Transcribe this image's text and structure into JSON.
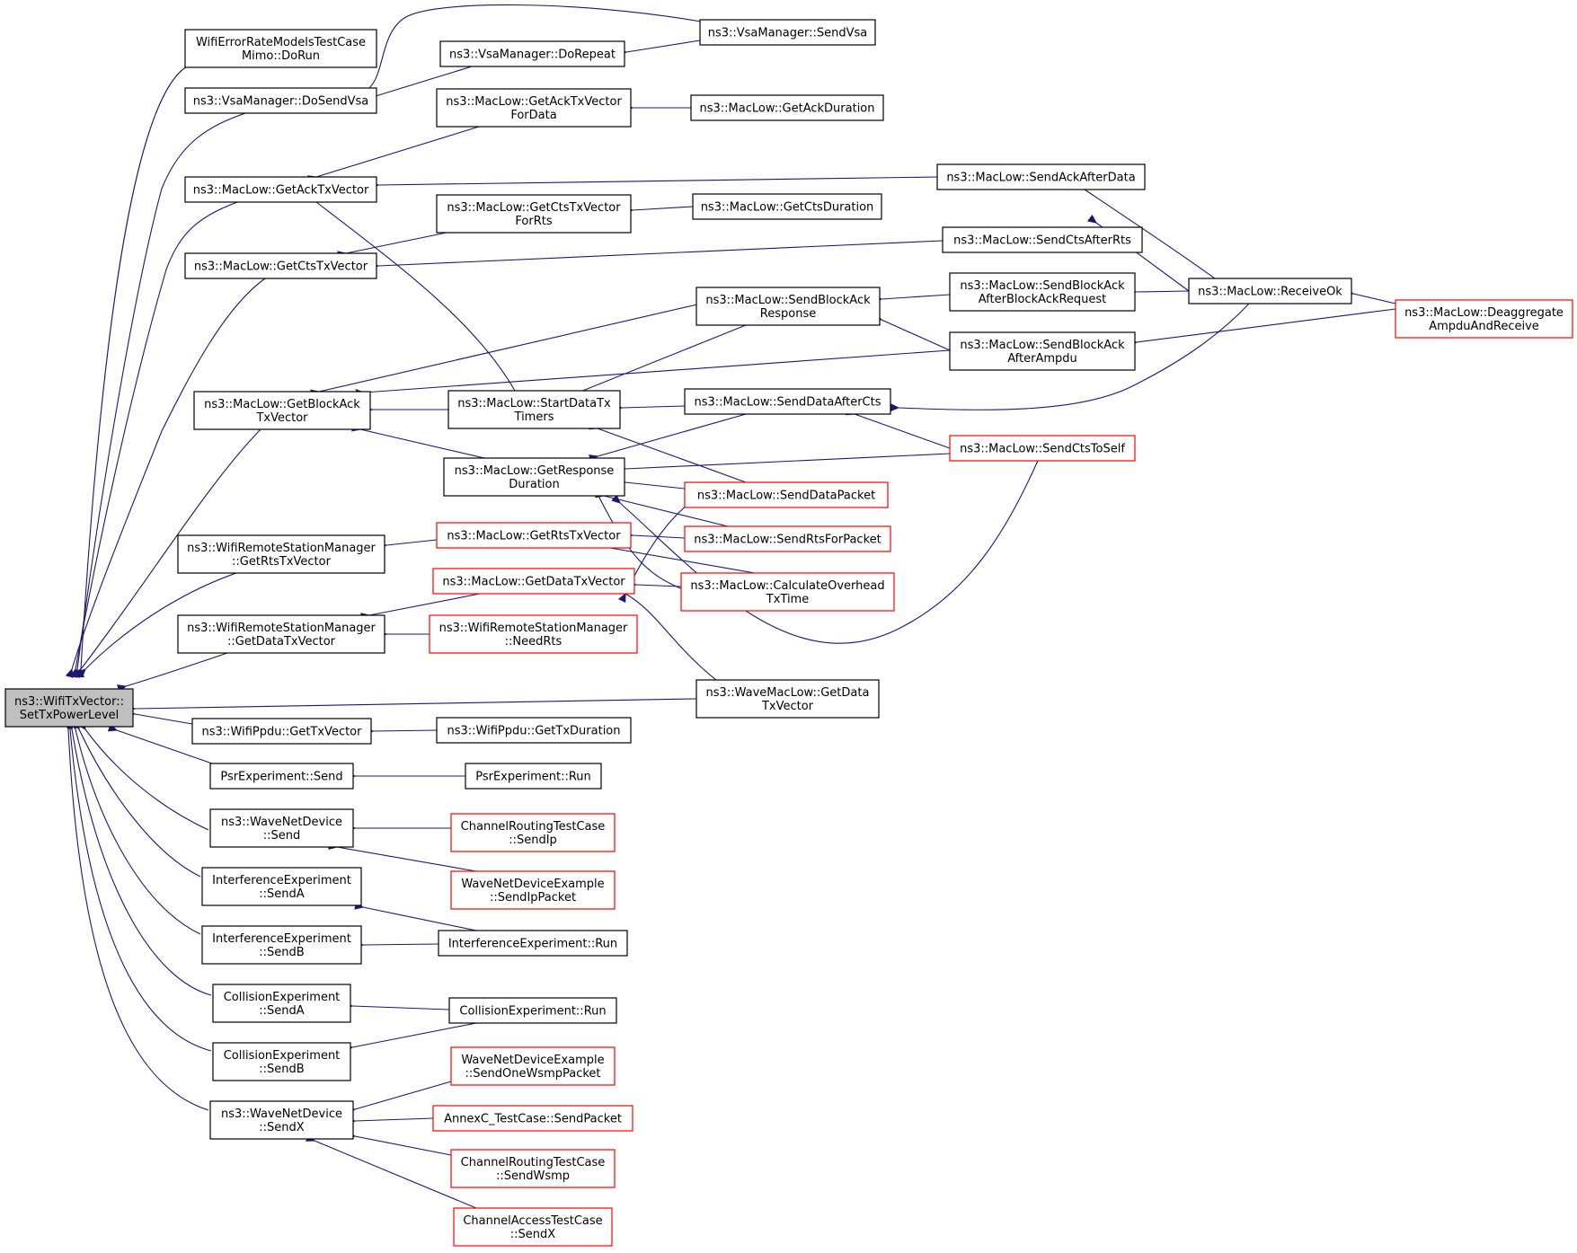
{
  "colors": {
    "edge": "#191970",
    "normal_border": "#000000",
    "truncated_border": "#ff0000",
    "root_fill": "#bfbfbf",
    "node_fill": "#ffffff",
    "text": "#000000"
  },
  "nodes": [
    {
      "id": "root",
      "lines": [
        "ns3::WifiTxVector::",
        "SetTxPowerLevel"
      ],
      "style": "root"
    },
    {
      "id": "wermt",
      "lines": [
        "WifiErrorRateModelsTestCase",
        "Mimo::DoRun"
      ],
      "style": "normal"
    },
    {
      "id": "vsa_dosend",
      "lines": [
        "ns3::VsaManager::DoSendVsa"
      ],
      "style": "normal"
    },
    {
      "id": "vsa_dorepeat",
      "lines": [
        "ns3::VsaManager::DoRepeat"
      ],
      "style": "normal"
    },
    {
      "id": "vsa_send",
      "lines": [
        "ns3::VsaManager::SendVsa"
      ],
      "style": "normal"
    },
    {
      "id": "getack",
      "lines": [
        "ns3::MacLow::GetAckTxVector"
      ],
      "style": "normal"
    },
    {
      "id": "getackdata",
      "lines": [
        "ns3::MacLow::GetAckTxVector",
        "ForData"
      ],
      "style": "normal"
    },
    {
      "id": "getackdur",
      "lines": [
        "ns3::MacLow::GetAckDuration"
      ],
      "style": "normal"
    },
    {
      "id": "sendackafterdata",
      "lines": [
        "ns3::MacLow::SendAckAfterData"
      ],
      "style": "normal"
    },
    {
      "id": "getcts",
      "lines": [
        "ns3::MacLow::GetCtsTxVector"
      ],
      "style": "normal"
    },
    {
      "id": "getctsrts",
      "lines": [
        "ns3::MacLow::GetCtsTxVector",
        "ForRts"
      ],
      "style": "normal"
    },
    {
      "id": "getctsdur",
      "lines": [
        "ns3::MacLow::GetCtsDuration"
      ],
      "style": "normal"
    },
    {
      "id": "sendctsafterrts",
      "lines": [
        "ns3::MacLow::SendCtsAfterRts"
      ],
      "style": "normal"
    },
    {
      "id": "getblockack",
      "lines": [
        "ns3::MacLow::GetBlockAck",
        "TxVector"
      ],
      "style": "normal"
    },
    {
      "id": "sendblockackresp",
      "lines": [
        "ns3::MacLow::SendBlockAck",
        "Response"
      ],
      "style": "normal"
    },
    {
      "id": "sendblockackbar",
      "lines": [
        "ns3::MacLow::SendBlockAck",
        "AfterBlockAckRequest"
      ],
      "style": "normal"
    },
    {
      "id": "receiveok",
      "lines": [
        "ns3::MacLow::ReceiveOk"
      ],
      "style": "normal"
    },
    {
      "id": "deaggregate",
      "lines": [
        "ns3::MacLow::Deaggregate",
        "AmpduAndReceive"
      ],
      "style": "truncated"
    },
    {
      "id": "sendblockackampdu",
      "lines": [
        "ns3::MacLow::SendBlockAck",
        "AfterAmpdu"
      ],
      "style": "normal"
    },
    {
      "id": "startdatatx",
      "lines": [
        "ns3::MacLow::StartDataTx",
        "Timers"
      ],
      "style": "normal"
    },
    {
      "id": "senddataaftercts",
      "lines": [
        "ns3::MacLow::SendDataAfterCts"
      ],
      "style": "normal"
    },
    {
      "id": "getresponse",
      "lines": [
        "ns3::MacLow::GetResponse",
        "Duration"
      ],
      "style": "normal"
    },
    {
      "id": "sendctstoself",
      "lines": [
        "ns3::MacLow::SendCtsToSelf"
      ],
      "style": "truncated"
    },
    {
      "id": "senddatapacket",
      "lines": [
        "ns3::MacLow::SendDataPacket"
      ],
      "style": "truncated"
    },
    {
      "id": "wrsm_getrts",
      "lines": [
        "ns3::WifiRemoteStationManager",
        "::GetRtsTxVector"
      ],
      "style": "normal"
    },
    {
      "id": "ml_getrts",
      "lines": [
        "ns3::MacLow::GetRtsTxVector"
      ],
      "style": "truncated"
    },
    {
      "id": "sendrtsforpacket",
      "lines": [
        "ns3::MacLow::SendRtsForPacket"
      ],
      "style": "truncated"
    },
    {
      "id": "ml_getdata",
      "lines": [
        "ns3::MacLow::GetDataTxVector"
      ],
      "style": "truncated"
    },
    {
      "id": "calcoverhead",
      "lines": [
        "ns3::MacLow::CalculateOverhead",
        "TxTime"
      ],
      "style": "truncated"
    },
    {
      "id": "wrsm_getdata",
      "lines": [
        "ns3::WifiRemoteStationManager",
        "::GetDataTxVector"
      ],
      "style": "normal"
    },
    {
      "id": "needrts",
      "lines": [
        "ns3::WifiRemoteStationManager",
        "::NeedRts"
      ],
      "style": "truncated"
    },
    {
      "id": "wavemac_getdata",
      "lines": [
        "ns3::WaveMacLow::GetData",
        "TxVector"
      ],
      "style": "normal"
    },
    {
      "id": "ppdu_gettx",
      "lines": [
        "ns3::WifiPpdu::GetTxVector"
      ],
      "style": "normal"
    },
    {
      "id": "ppdu_getdur",
      "lines": [
        "ns3::WifiPpdu::GetTxDuration"
      ],
      "style": "normal"
    },
    {
      "id": "psr_send",
      "lines": [
        "PsrExperiment::Send"
      ],
      "style": "normal"
    },
    {
      "id": "psr_run",
      "lines": [
        "PsrExperiment::Run"
      ],
      "style": "normal"
    },
    {
      "id": "wnd_send",
      "lines": [
        "ns3::WaveNetDevice",
        "::Send"
      ],
      "style": "normal"
    },
    {
      "id": "crtc_sendip",
      "lines": [
        "ChannelRoutingTestCase",
        "::SendIp"
      ],
      "style": "truncated"
    },
    {
      "id": "wnde_sendip",
      "lines": [
        "WaveNetDeviceExample",
        "::SendIpPacket"
      ],
      "style": "truncated"
    },
    {
      "id": "ie_senda",
      "lines": [
        "InterferenceExperiment",
        "::SendA"
      ],
      "style": "normal"
    },
    {
      "id": "ie_sendb",
      "lines": [
        "InterferenceExperiment",
        "::SendB"
      ],
      "style": "normal"
    },
    {
      "id": "ie_run",
      "lines": [
        "InterferenceExperiment::Run"
      ],
      "style": "normal"
    },
    {
      "id": "ce_senda",
      "lines": [
        "CollisionExperiment",
        "::SendA"
      ],
      "style": "normal"
    },
    {
      "id": "ce_sendb",
      "lines": [
        "CollisionExperiment",
        "::SendB"
      ],
      "style": "normal"
    },
    {
      "id": "ce_run",
      "lines": [
        "CollisionExperiment::Run"
      ],
      "style": "normal"
    },
    {
      "id": "wnd_sendx",
      "lines": [
        "ns3::WaveNetDevice",
        "::SendX"
      ],
      "style": "normal"
    },
    {
      "id": "wnde_sendwsmp",
      "lines": [
        "WaveNetDeviceExample",
        "::SendOneWsmpPacket"
      ],
      "style": "truncated"
    },
    {
      "id": "annexc",
      "lines": [
        "AnnexC_TestCase::SendPacket"
      ],
      "style": "truncated"
    },
    {
      "id": "crtc_sendwsmp",
      "lines": [
        "ChannelRoutingTestCase",
        "::SendWsmp"
      ],
      "style": "truncated"
    },
    {
      "id": "catc_sendx",
      "lines": [
        "ChannelAccessTestCase",
        "::SendX"
      ],
      "style": "truncated"
    }
  ]
}
